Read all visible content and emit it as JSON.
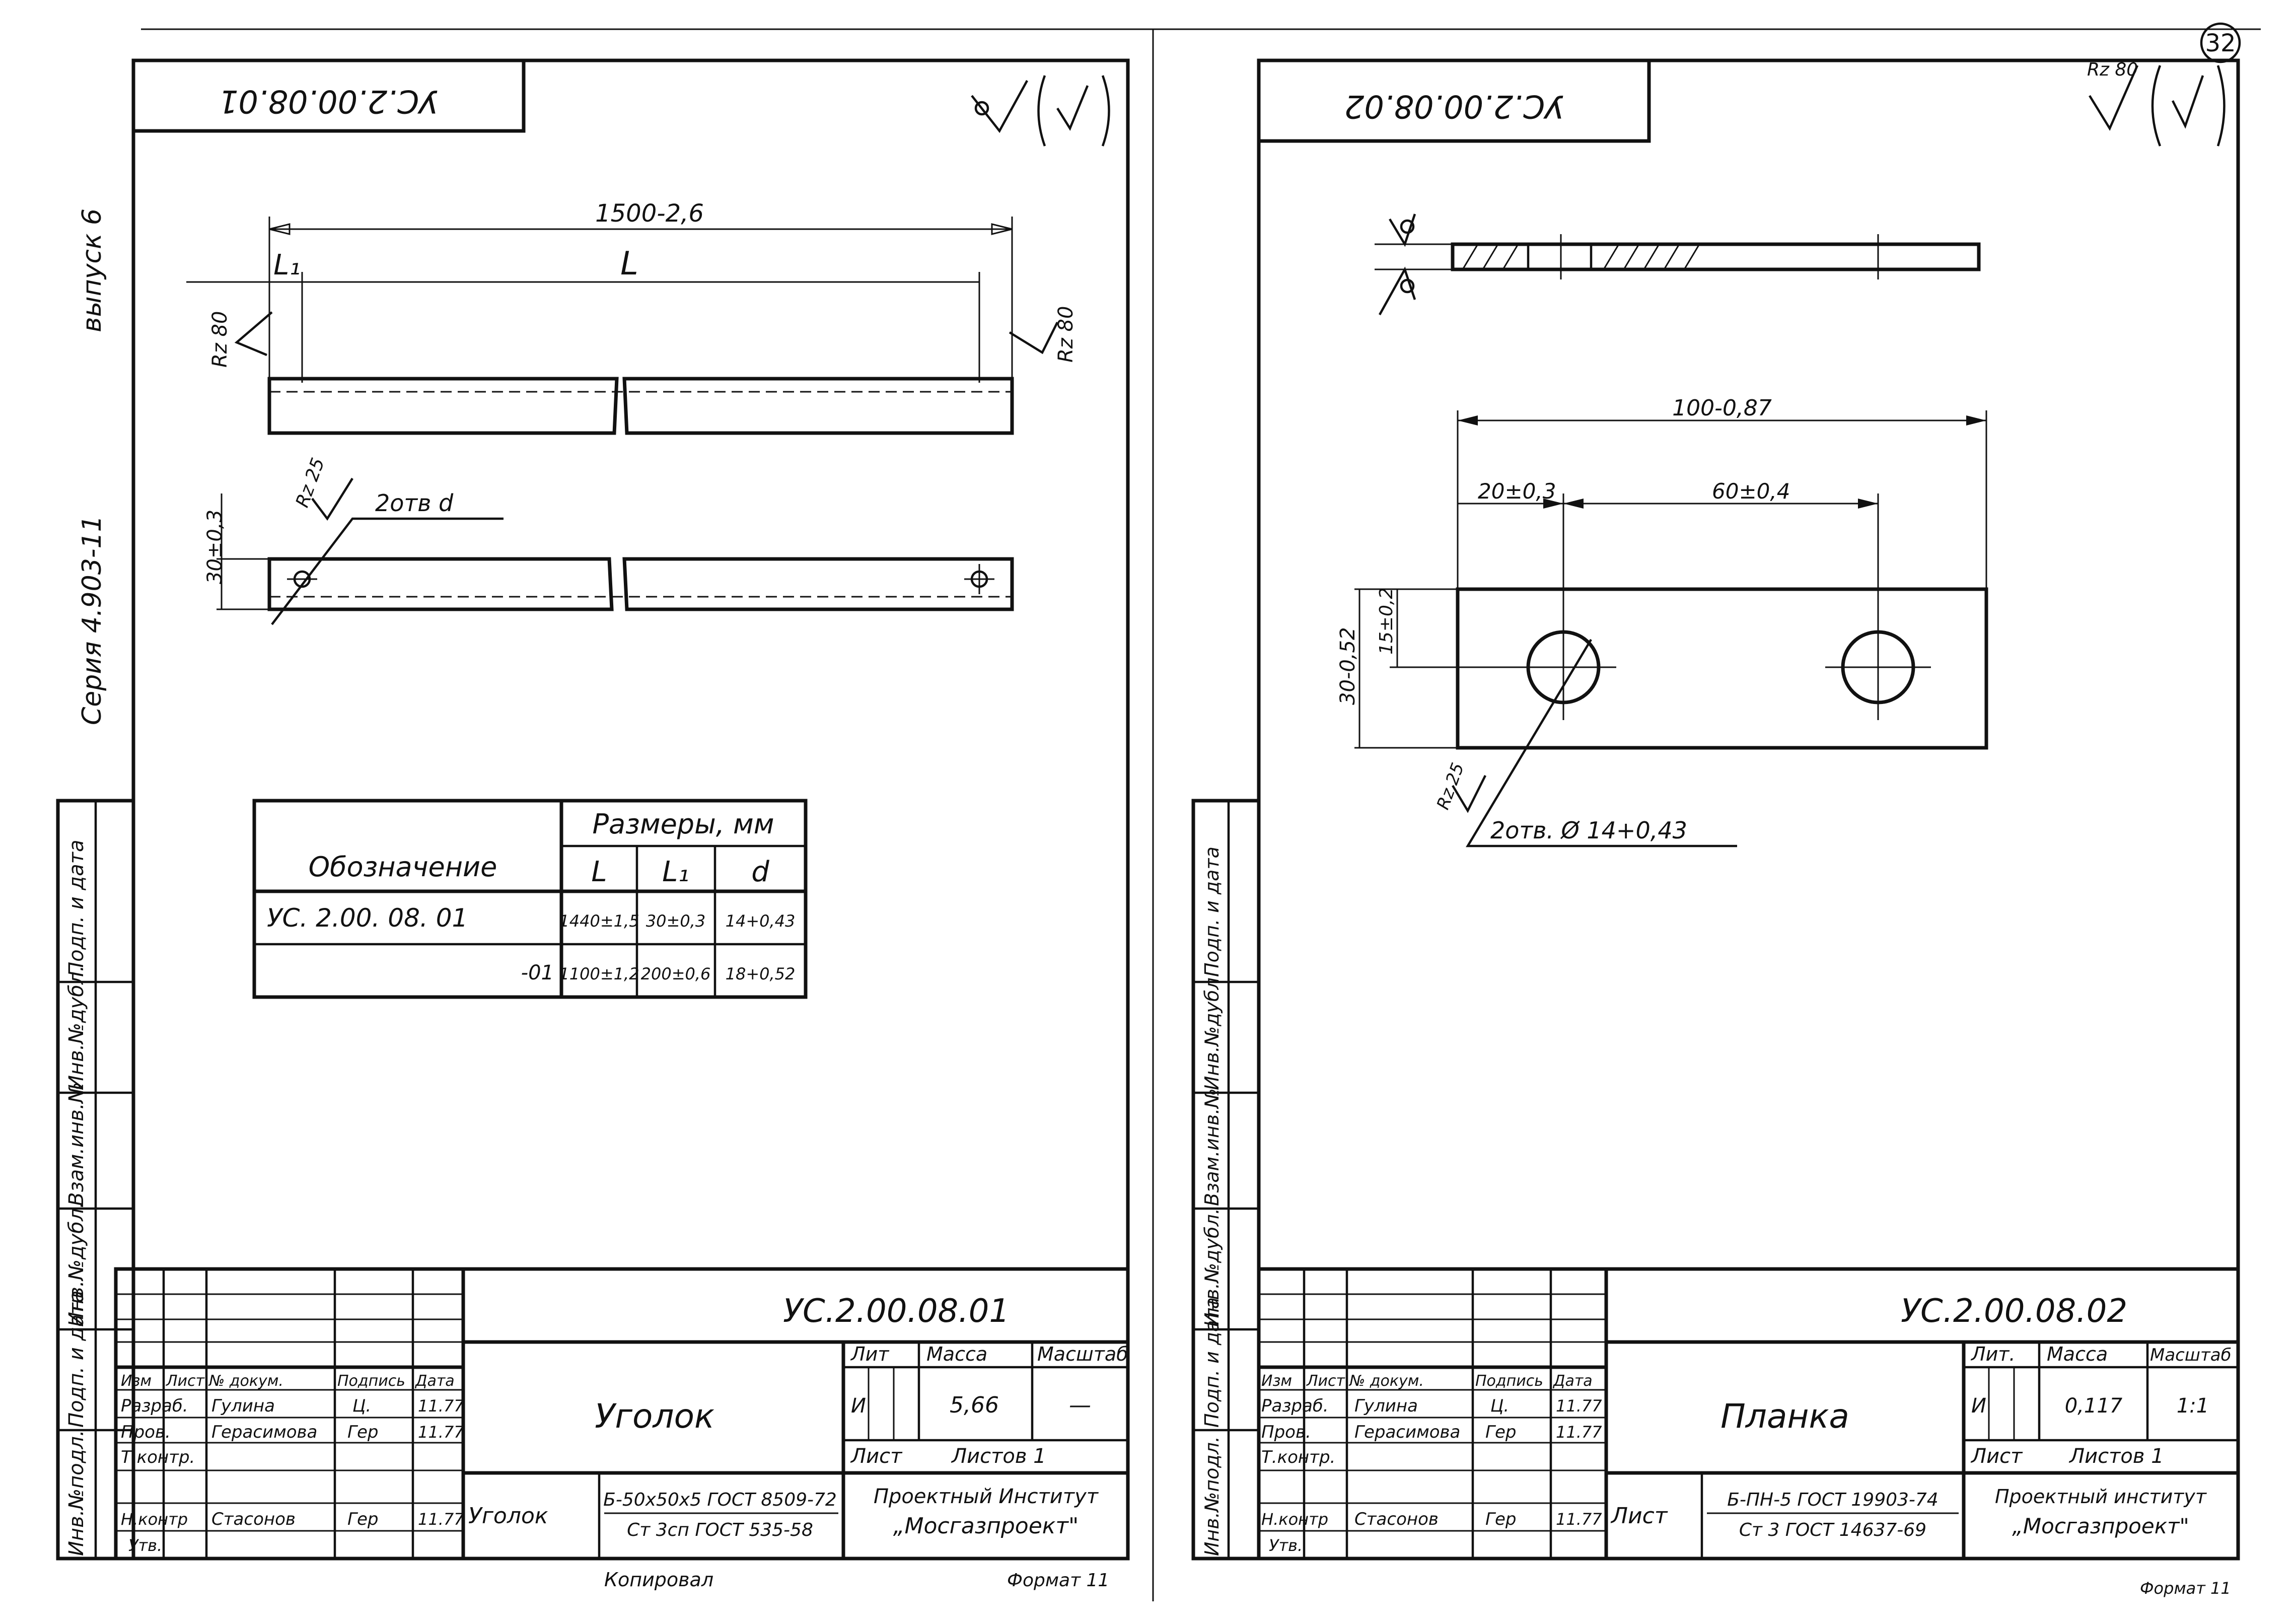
{
  "page_number": "32",
  "left_sheet": {
    "rotated_code": "УС.2.00.08.01",
    "roughness_mark": "",
    "side_labels": {
      "vypusk": "выпуск 6",
      "seriya": "Серия 4.903-11",
      "strip": [
        "Инв.№подл.",
        "Подп. и дата",
        "Взам.инв.№",
        "Инв.№дубл.",
        "Подп. и дата"
      ]
    },
    "dims": {
      "total_length": "1500-2,6",
      "L1": "L₁",
      "L": "L",
      "roughness_left": "Rz 80",
      "roughness_right": "Rz 80",
      "height": "30±0,3",
      "holes_note": "2отв d",
      "roughness_hole": "Rz 25"
    },
    "table": {
      "headers": [
        "Обозначение",
        "Размеры, мм"
      ],
      "subheaders": [
        "L",
        "L₁",
        "d"
      ],
      "rows": [
        [
          "УС. 2.00. 08. 01",
          "1440±1,5",
          "30±0,3",
          "14+0,43"
        ],
        [
          "-01",
          "1100±1,2",
          "200±0,6",
          "18+0,52"
        ]
      ]
    },
    "title_block": {
      "designation": "УС.2.00.08.01",
      "name": "Уголок",
      "lit": "Лит",
      "mass_h": "Масса",
      "scale_h": "Масштаб",
      "lit_value": "И",
      "mass": "5,66",
      "scale": "—",
      "sheet_h": "Лист",
      "sheets_h": "Листов 1",
      "material_line1": "Б-50х50х5 ГОСТ 8509-72",
      "material_line2": "Ст 3сп ГОСТ 535-58",
      "material_label": "Уголок",
      "institute_line1": "Проектный Институт",
      "institute_line2": "„Мосгазпроект\"",
      "col_headers": [
        "Изм",
        "Лист",
        "№ докум.",
        "Подпись",
        "Дата"
      ],
      "roles": [
        {
          "role": "Разраб.",
          "name": "Гулина",
          "sign": "Ц.",
          "date": "11.77"
        },
        {
          "role": "Пров.",
          "name": "Герасимова",
          "sign": "Гер",
          "date": "11.77"
        },
        {
          "role": "Т.контр.",
          "name": "",
          "sign": "",
          "date": ""
        },
        {
          "role": "Н.контр",
          "name": "Стасонов",
          "sign": "Гер",
          "date": "11.77"
        },
        {
          "role": "Утв.",
          "name": "",
          "sign": "",
          "date": ""
        }
      ]
    },
    "footer": {
      "copied": "Копировал",
      "format": "Формат 11"
    }
  },
  "right_sheet": {
    "rotated_code": "УС.2.00.08.02",
    "side_strip": [
      "Инв.№подл.",
      "Подп. и дата",
      "Взам.инв.№",
      "Инв.№дубл.",
      "Подп. и дата"
    ],
    "dims": {
      "roughness_top": "Rz 80",
      "length": "100-0,87",
      "hole1_pos": "20±0,3",
      "hole_spacing": "60±0,4",
      "height": "30-0,52",
      "hole_center": "15±0,2",
      "roughness_hole": "Rz 25",
      "holes_note": "2отв. Ø 14+0,43"
    },
    "title_block": {
      "designation": "УС.2.00.08.02",
      "name": "Планка",
      "lit": "Лит.",
      "mass_h": "Масса",
      "scale_h": "Масштаб",
      "lit_value": "И",
      "mass": "0,117",
      "scale": "1:1",
      "sheet_h": "Лист",
      "sheets_h": "Листов 1",
      "material_label": "Лист",
      "material_line1": "Б-ПН-5 ГОСТ 19903-74",
      "material_line2": "Ст 3 ГОСТ 14637-69",
      "institute_line1": "Проектный институт",
      "institute_line2": "„Мосгазпроект\"",
      "col_headers": [
        "Изм",
        "Лист",
        "№ докум.",
        "Подпись",
        "Дата"
      ],
      "roles": [
        {
          "role": "Разраб.",
          "name": "Гулина",
          "sign": "Ц.",
          "date": "11.77"
        },
        {
          "role": "Пров.",
          "name": "Герасимова",
          "sign": "Гер",
          "date": "11.77"
        },
        {
          "role": "Т.контр.",
          "name": "",
          "sign": "",
          "date": ""
        },
        {
          "role": "Н.контр",
          "name": "Стасонов",
          "sign": "Гер",
          "date": "11.77"
        },
        {
          "role": "Утв.",
          "name": "",
          "sign": "",
          "date": ""
        }
      ]
    },
    "footer": {
      "format": "Формат 11"
    }
  }
}
